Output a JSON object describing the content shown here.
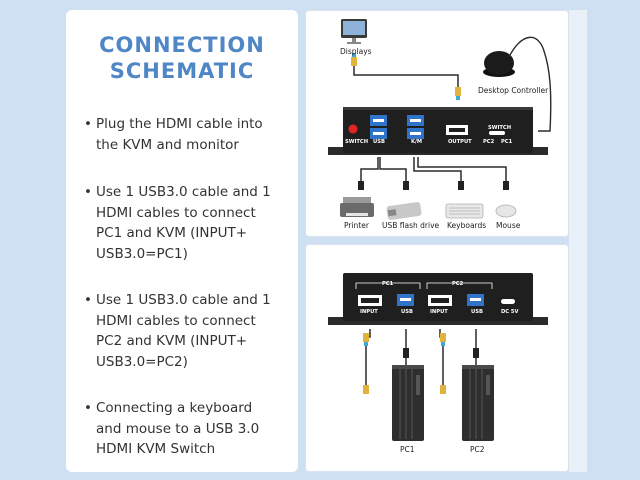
{
  "title": "CONNECTION\nSCHEMATIC",
  "bullets": [
    "Plug the HDMI cable into\nthe KVM and monitor",
    "Use 1 USB3.0 cable and 1\nHDMI cables to connect\nPC1 and  KVM (INPUT+\nUSB3.0=PC1)",
    "Use 1 USB3.0 cable and 1\nHDMI cables to connect\nPC2 and KVM (INPUT+\nUSB3.0=PC2)",
    "Connecting a keyboard\nand mouse to a USB 3.0\nHDMI KVM Switch"
  ],
  "top_diagram": {
    "displays": "Displays",
    "desktop_controller": "Desktop Controller",
    "ports": {
      "switch": "SWITCH",
      "usb": "USB",
      "km": "K/M",
      "output": "OUTPUT",
      "switch_top": "SWITCH",
      "pc2": "PC2",
      "pc1": "PC1"
    },
    "devices": {
      "printer": "Printer",
      "usb_flash_drive": "USB flash drive",
      "keyboards": "Keyboards",
      "mouse": "Mouse"
    }
  },
  "bottom_diagram": {
    "ports": {
      "pc1_label": "PC1",
      "pc2_label": "PC2",
      "input1": "INPUT",
      "usb1": "USB",
      "input2": "INPUT",
      "usb2": "USB",
      "dc": "DC 5V"
    },
    "pc1": "PC1",
    "pc2": "PC2"
  },
  "colors": {
    "accent": "#4f86c6",
    "usb_blue": "#2f74c8",
    "device_dark": "#2a2a2a",
    "bg": "#cfe0f3"
  }
}
